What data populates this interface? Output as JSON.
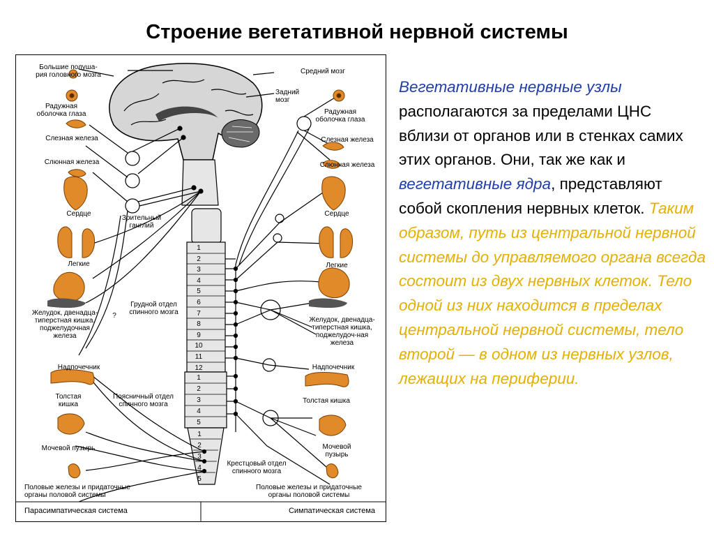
{
  "slide": {
    "title": "Строение вегетативной нервной системы"
  },
  "diagram": {
    "labels": {
      "hemispheres": "Большие полуша-\nрия головного мозга",
      "midbrain": "Средний мозг",
      "hindbrain": "Задний\nмозг",
      "iris_left": "Радужная\nоболочка глаза",
      "iris_right": "Радужная\nоболочка глаза",
      "lacrimal_left": "Слезная железа",
      "lacrimal_right": "Слезная железа",
      "salivary_left": "Слюнная железа",
      "salivary_right": "Слюнная железа",
      "heart_left": "Сердце",
      "heart_right": "Сердце",
      "ciliary": "Зрительный\nганглий",
      "lungs_left": "Легкие",
      "lungs_right": "Легкие",
      "thoracic": "Грудной отдел\nспинного мозга",
      "question": "?",
      "stomach_left": "Желудок, двенадца-\nтиперстная кишка,\nподжелудочная\nжелеза",
      "stomach_right": "Желудок, двенадца-\nтиперстная кишка,\nподжелудоч-ная\nжелеза",
      "adrenal_left": "Надпочечник",
      "adrenal_right": "Надпочечник",
      "colon_left": "Толстая\nкишка",
      "colon_right": "Толстая кишка",
      "lumbar": "Поясничный отдел\nспинного мозга",
      "bladder_left": "Мочевой пузырь",
      "bladder_right": "Мочевой\nпузырь",
      "sacral": "Крестцовый отдел\nспинного мозга",
      "gonads_left": "Половые железы и придаточные\nорганы половой системы",
      "gonads_right": "Половые железы и придаточные\nорганы половой системы",
      "parasympathetic": "Парасимпатическая система",
      "sympathetic": "Симпатическая система"
    },
    "thoracic_numbers": [
      "1",
      "2",
      "3",
      "4",
      "5",
      "6",
      "7",
      "8",
      "9",
      "10",
      "11",
      "12"
    ],
    "lumbar_numbers": [
      "1",
      "2",
      "3",
      "4",
      "5"
    ],
    "sacral_numbers": [
      "1",
      "2",
      "3",
      "4",
      "5"
    ]
  },
  "text": {
    "p1": "Вегетативные нервные узлы",
    "p2": " располагаются за пределами ЦНС вблизи от органов или в стенках самих этих органов. Они, так же как и ",
    "p3": "вегетативные ядра",
    "p4": ", представляют собой скопления нервных клеток. ",
    "p5": "Таким образом, путь из центральной нервной системы до управляемого органа всегда состоит из двух нервных клеток. Тело одной из них находится в пределах центральной нервной системы, тело второй — в одном из нервных узлов, лежащих на периферии."
  },
  "colors": {
    "organ": "#e08a2a",
    "brain": "#bbbbbb",
    "blue_text": "#1f3ea8",
    "gold_text": "#e3b000"
  }
}
